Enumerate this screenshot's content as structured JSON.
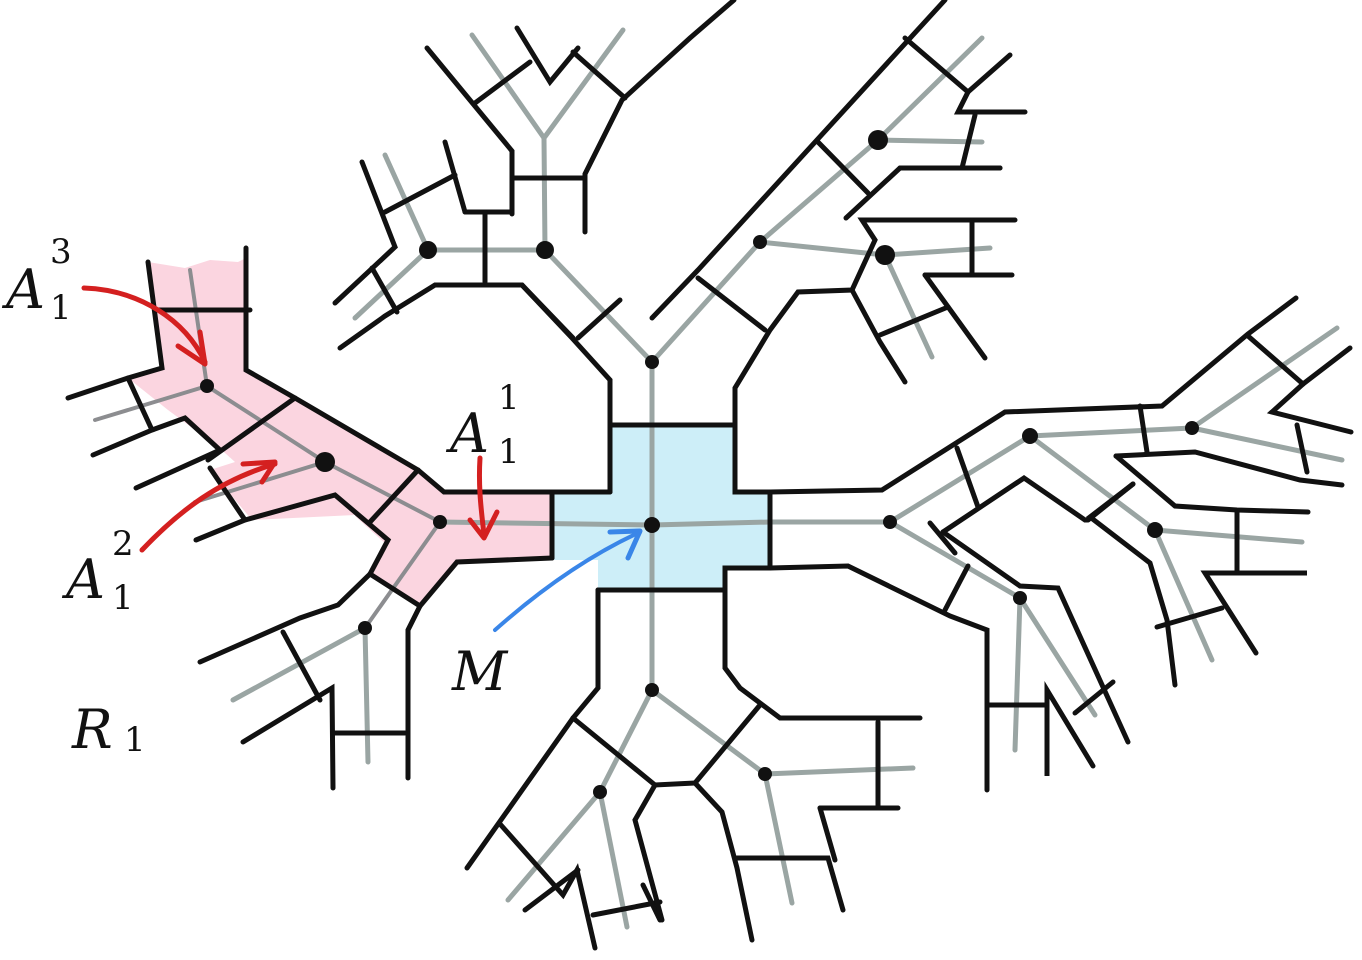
{
  "colors": {
    "wall": "#111111",
    "tree": "#9aa5a3",
    "region_A": "#fbd5e0",
    "region_M": "#cdeef8",
    "arrow_red": "#d42020",
    "arrow_blue": "#3a86e8"
  },
  "labels": {
    "A1_3": {
      "base": "A",
      "sub": "1",
      "sup": "3"
    },
    "A1_2": {
      "base": "A",
      "sub": "1",
      "sup": "2"
    },
    "A1_1": {
      "base": "A",
      "sub": "1",
      "sup": "1"
    },
    "M": {
      "base": "M"
    },
    "R1": {
      "base": "R",
      "sub": "1"
    }
  },
  "regions": [
    {
      "name": "A1-pink-corridor",
      "color": "#fbd5e0"
    },
    {
      "name": "M-blue-central-square",
      "color": "#cdeef8"
    }
  ],
  "arrows": [
    {
      "from": "A1_3",
      "to": "node-upper-left-junction",
      "color": "#d42020"
    },
    {
      "from": "A1_2",
      "to": "pink-corridor-middle",
      "color": "#d42020"
    },
    {
      "from": "A1_1",
      "to": "pink-corridor-right",
      "color": "#d42020"
    },
    {
      "from": "M",
      "to": "central-node",
      "color": "#3a86e8"
    }
  ]
}
